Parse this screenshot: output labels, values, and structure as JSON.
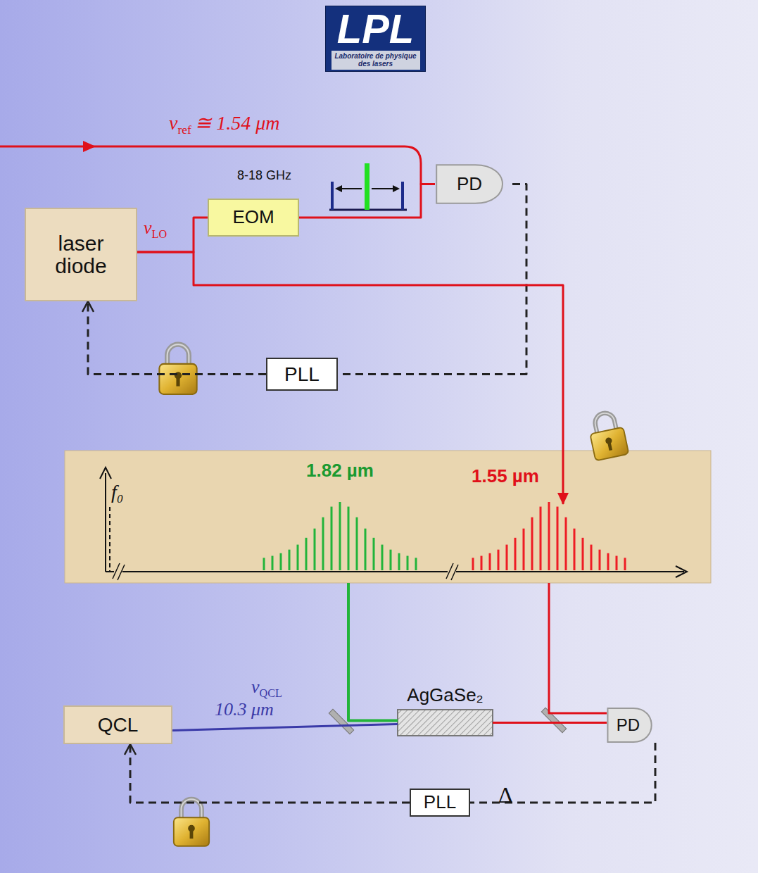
{
  "diagram": {
    "nodes": [
      {
        "text": [
          "LPL",
          "Laboratoire de physique des lasers"
        ]
      },
      {
        "text": [
          "PD"
        ]
      },
      {
        "text": [
          "EOM"
        ]
      },
      {
        "text": [
          "laser diode"
        ]
      },
      {
        "text": [
          "PLL"
        ]
      },
      {
        "text": [
          "f₀",
          "1.82 µm",
          "1.55 µm"
        ]
      },
      {
        "text": [
          "QCL"
        ]
      },
      {
        "text": [
          "AgGaSe₂"
        ]
      },
      {
        "text": [
          "PD"
        ]
      },
      {
        "text": [
          "PLL"
        ]
      }
    ],
    "edges": [
      {
        "from": 3,
        "to": 2,
        "arrow": "none"
      },
      {
        "from": 2,
        "to": 1,
        "arrow": "none"
      },
      {
        "from": 1,
        "to": 4,
        "arrow": "none"
      },
      {
        "from": 4,
        "to": 3,
        "arrow": "to"
      },
      {
        "from": 3,
        "to": 5,
        "arrow": "to"
      },
      {
        "from": 5,
        "to": 7,
        "arrow": "none"
      },
      {
        "from": 6,
        "to": 7,
        "arrow": "none"
      },
      {
        "from": 5,
        "to": 8,
        "arrow": "none"
      },
      {
        "from": 7,
        "to": 8,
        "arrow": "none"
      },
      {
        "from": 8,
        "to": 9,
        "arrow": "none"
      },
      {
        "from": 9,
        "to": 6,
        "arrow": "to"
      }
    ],
    "labels": [
      "ν",
      "ref",
      "≅ 1.54 μm",
      "8-18 GHz",
      "ν",
      "LO",
      "ν",
      "QCL",
      "10.3 μm",
      "Δ"
    ]
  }
}
